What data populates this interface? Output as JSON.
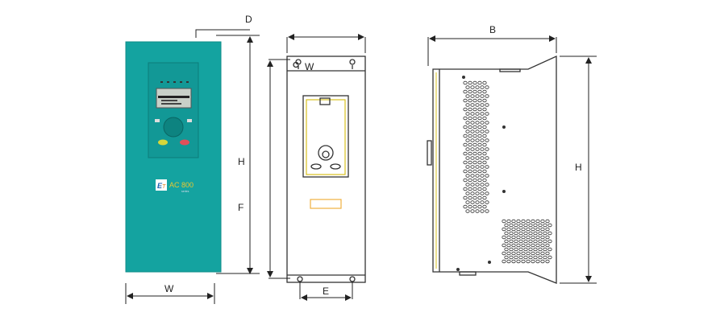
{
  "front_photo": {
    "brand_logo": "ETo",
    "model": "AC 800",
    "series": "series",
    "body_color": "#14a3a0",
    "dimension_labels": {
      "depth_offset": "D",
      "height": "H",
      "mount_height": "F",
      "width": "W"
    }
  },
  "front_drawing": {
    "dimension_labels": {
      "mount_width": "W",
      "mount_spacing": "E"
    }
  },
  "side_drawing": {
    "dimension_labels": {
      "depth": "B",
      "height": "H"
    }
  }
}
